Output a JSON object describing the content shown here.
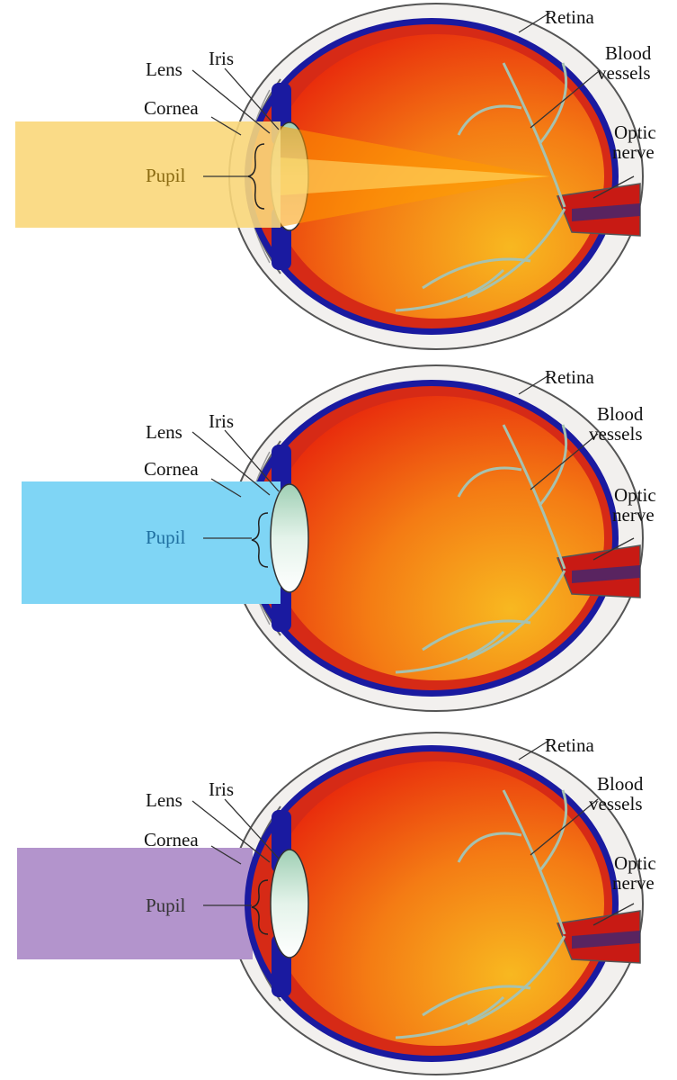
{
  "labels": {
    "retina": "Retina",
    "blood_line1": "Blood",
    "blood_line2": "vessels",
    "optic_line1": "Optic",
    "optic_line2": "nerve",
    "lens": "Lens",
    "iris": "Iris",
    "cornea": "Cornea",
    "pupil": "Pupil"
  },
  "panels": [
    {
      "beam_color": "#f9d77a",
      "pupil_color": "#8a6a10",
      "focused_rays": true
    },
    {
      "beam_color": "#7fd5f5",
      "pupil_color": "#1f6fa0",
      "focused_rays": false
    },
    {
      "beam_color": "#b394cc",
      "pupil_color": "#333333",
      "focused_rays": false
    }
  ],
  "colors": {
    "eyeball_light": "#f6b01c",
    "eyeball_dark": "#e82a0c",
    "choroid": "#1a1aa0",
    "sclera": "#f2f0ee",
    "lens": "#c8e4d6",
    "ray": "#ff9a00"
  }
}
